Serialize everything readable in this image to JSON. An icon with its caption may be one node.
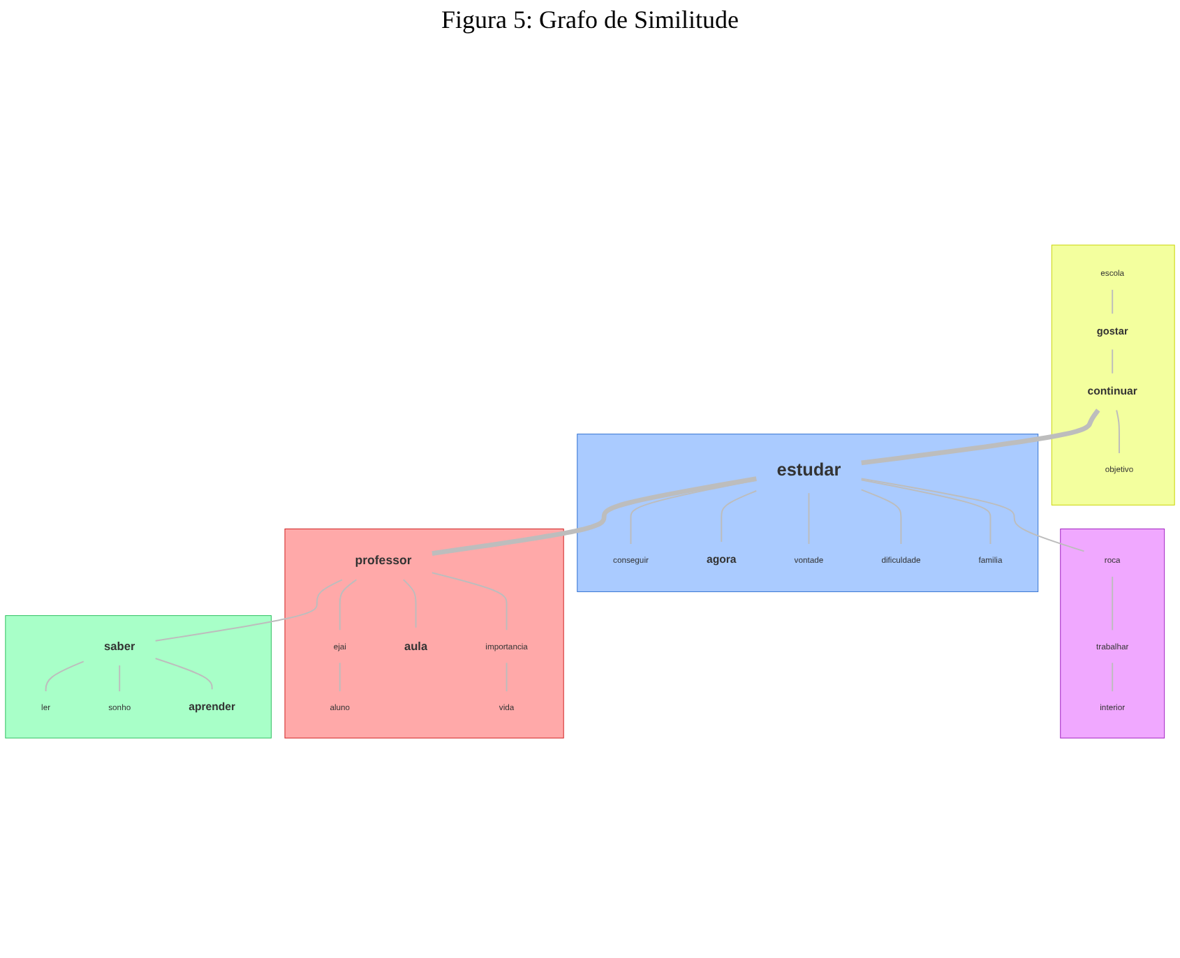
{
  "diagram": {
    "title": "Figura 5: Grafo de Similitude",
    "nodes": [
      {
        "text": [],
        "shape": "box"
      },
      {
        "text": [
          "escola"
        ],
        "in": 0
      },
      {
        "text": [
          "gostar"
        ],
        "in": 0
      },
      {
        "text": [
          "objetivo"
        ],
        "in": 0
      },
      {
        "text": [
          "continuar"
        ],
        "in": 0
      },
      {
        "text": [],
        "shape": "box"
      },
      {
        "text": [
          "conseguir"
        ],
        "in": 5
      },
      {
        "text": [
          "agora"
        ],
        "in": 5
      },
      {
        "text": [
          "vontade"
        ],
        "in": 5
      },
      {
        "text": [
          "estudar"
        ],
        "in": 5
      },
      {
        "text": [
          "dificuldade"
        ],
        "in": 5
      },
      {
        "text": [
          "familia"
        ],
        "in": 5
      },
      {
        "text": [],
        "shape": "box"
      },
      {
        "text": [
          "roca"
        ],
        "in": 12
      },
      {
        "text": [
          "trabalhar"
        ],
        "in": 12
      },
      {
        "text": [
          "interior"
        ],
        "in": 12
      },
      {
        "text": [],
        "shape": "box"
      },
      {
        "text": [
          "aluno"
        ],
        "in": 16
      },
      {
        "text": [
          "ejai"
        ],
        "in": 16
      },
      {
        "text": [
          "professor"
        ],
        "in": 16
      },
      {
        "text": [
          "aula"
        ],
        "in": 16
      },
      {
        "text": [
          "importancia"
        ],
        "in": 16
      },
      {
        "text": [
          "vida"
        ],
        "in": 16
      },
      {
        "text": [],
        "shape": "box"
      },
      {
        "text": [
          "ler"
        ],
        "in": 23
      },
      {
        "text": [
          "saber"
        ],
        "in": 23
      },
      {
        "text": [
          "sonho"
        ],
        "in": 23
      },
      {
        "text": [
          "aprender"
        ],
        "in": 23
      }
    ],
    "edges": [
      {
        "from": 1,
        "to": 2,
        "arrow": "none"
      },
      {
        "from": 2,
        "to": 4,
        "arrow": "none"
      },
      {
        "from": 4,
        "to": 3,
        "arrow": "none"
      },
      {
        "from": 4,
        "to": 9,
        "arrow": "none",
        "style": "thick"
      },
      {
        "from": 9,
        "to": 6,
        "arrow": "none"
      },
      {
        "from": 9,
        "to": 7,
        "arrow": "none"
      },
      {
        "from": 9,
        "to": 8,
        "arrow": "none"
      },
      {
        "from": 9,
        "to": 10,
        "arrow": "none"
      },
      {
        "from": 9,
        "to": 11,
        "arrow": "none"
      },
      {
        "from": 9,
        "to": 13,
        "arrow": "none"
      },
      {
        "from": 13,
        "to": 14,
        "arrow": "none"
      },
      {
        "from": 14,
        "to": 15,
        "arrow": "none"
      },
      {
        "from": 9,
        "to": 19,
        "arrow": "none",
        "style": "thick"
      },
      {
        "from": 19,
        "to": 18,
        "arrow": "none"
      },
      {
        "from": 18,
        "to": 17,
        "arrow": "none"
      },
      {
        "from": 19,
        "to": 20,
        "arrow": "none"
      },
      {
        "from": 19,
        "to": 21,
        "arrow": "none"
      },
      {
        "from": 21,
        "to": 22,
        "arrow": "none"
      },
      {
        "from": 19,
        "to": 25,
        "arrow": "none"
      },
      {
        "from": 25,
        "to": 24,
        "arrow": "none"
      },
      {
        "from": 25,
        "to": 26,
        "arrow": "none"
      },
      {
        "from": 25,
        "to": 27,
        "arrow": "none"
      }
    ]
  }
}
